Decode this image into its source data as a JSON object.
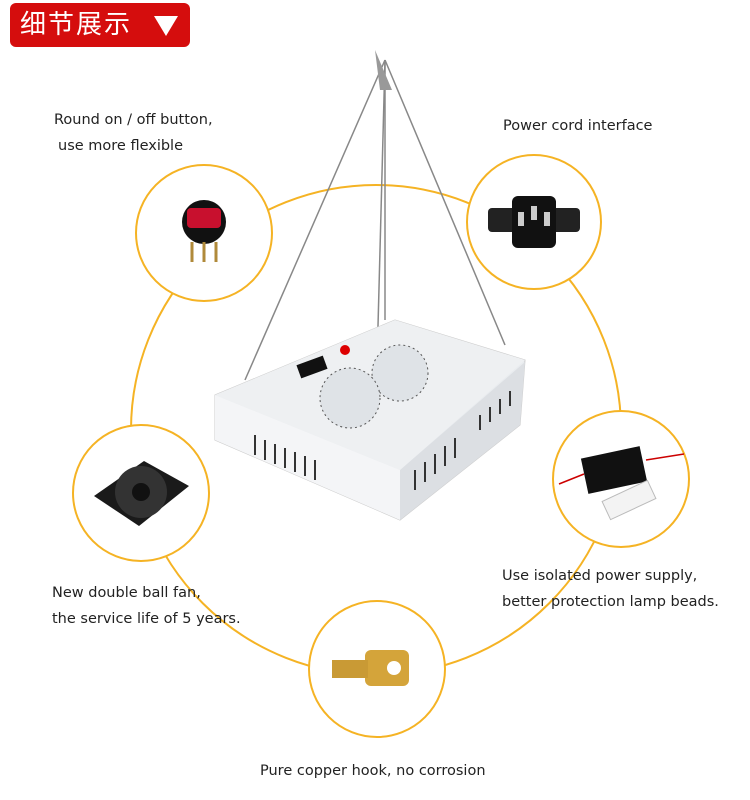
{
  "banner": {
    "title": "细节展示",
    "icon": "triangle-down-icon"
  },
  "captions": {
    "switch": [
      "Round on / off button,",
      "use more flexible"
    ],
    "power_cord": "Power cord interface",
    "fan": [
      "New double ball fan,",
      "the service life of 5 years."
    ],
    "power_supply": [
      "Use isolated power supply,",
      "better protection lamp beads."
    ],
    "hook": "Pure copper hook, no corrosion"
  },
  "colors": {
    "banner": "#d50d0d",
    "ring": "#f5b324"
  }
}
